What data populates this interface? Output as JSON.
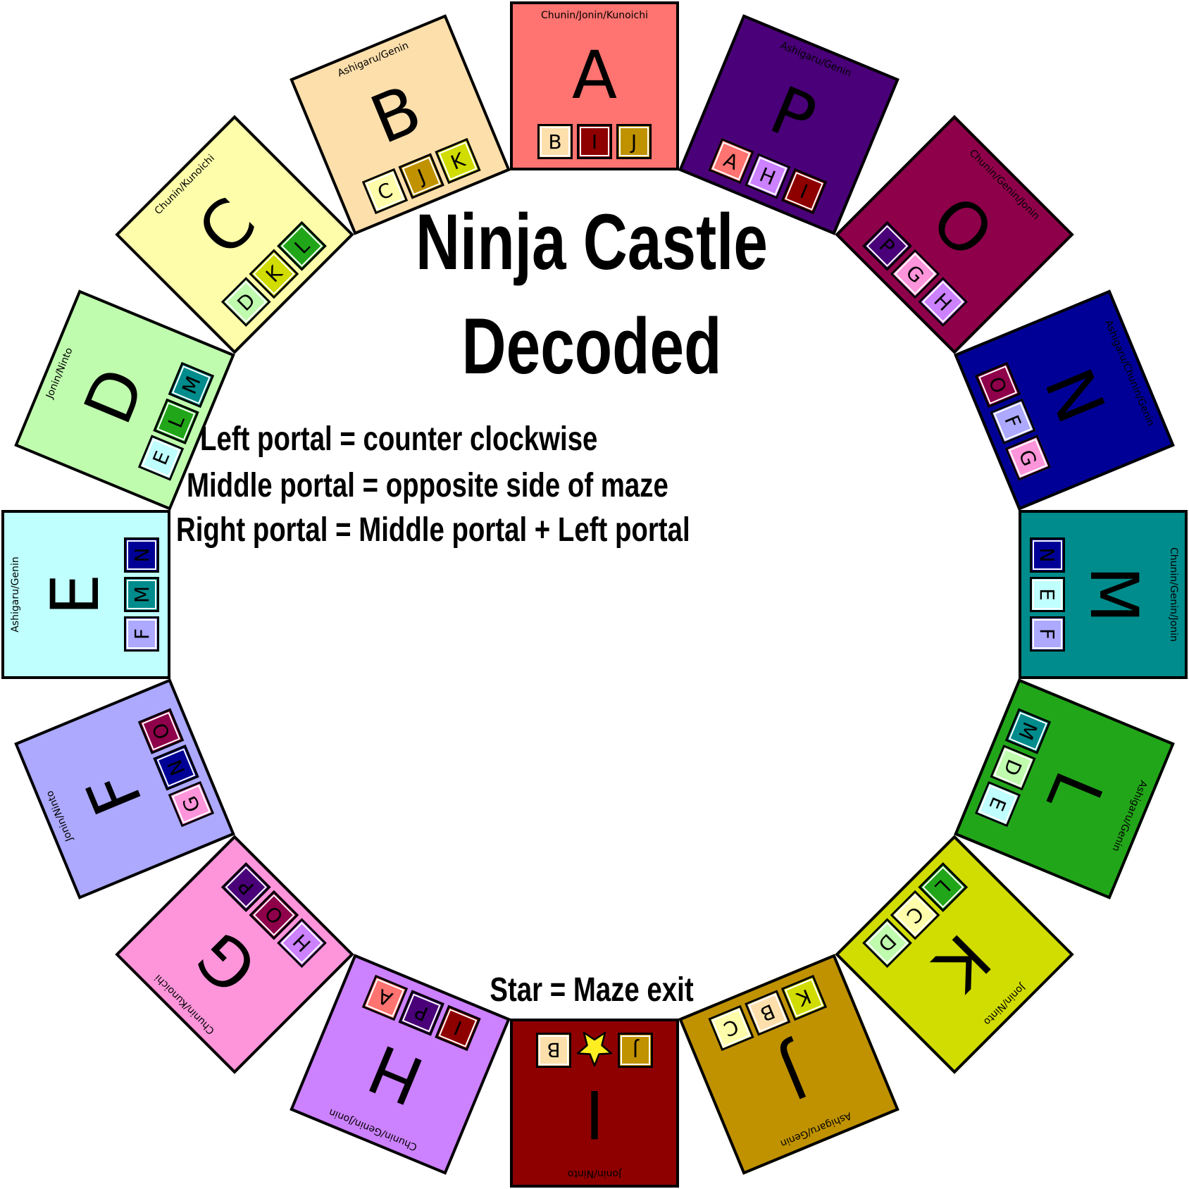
{
  "title_line1": "Ninja Castle",
  "title_line2": "Decoded",
  "rules": [
    "Left portal = counter clockwise",
    "Middle portal = opposite side of maze",
    "Right portal = Middle portal + Left portal"
  ],
  "legend": "Star = Maze exit",
  "colors": {
    "A": "#ff7370",
    "B": "#fddfac",
    "C": "#fefeaa",
    "D": "#c0fcae",
    "E": "#bffffd",
    "F": "#aca9fe",
    "G": "#fe95da",
    "H": "#cc81fe",
    "I": "#8e0000",
    "J": "#c09200",
    "K": "#d1dc00",
    "L": "#22a619",
    "M": "#008c8c",
    "N": "#000096",
    "O": "#8e004a",
    "P": "#490078"
  },
  "rooms": [
    {
      "letter": "A",
      "rank": "Chunin/Jonin/Kunoichi",
      "portals": [
        "B",
        "I",
        "J"
      ]
    },
    {
      "letter": "B",
      "rank": "Ashigaru/Genin",
      "portals": [
        "C",
        "J",
        "K"
      ]
    },
    {
      "letter": "C",
      "rank": "Chunin/Kunoichi",
      "portals": [
        "D",
        "K",
        "L"
      ]
    },
    {
      "letter": "D",
      "rank": "Jonin/Ninto",
      "portals": [
        "E",
        "L",
        "M"
      ]
    },
    {
      "letter": "E",
      "rank": "Ashigaru/Genin",
      "portals": [
        "F",
        "M",
        "N"
      ]
    },
    {
      "letter": "F",
      "rank": "Jonin/Ninto",
      "portals": [
        "G",
        "N",
        "O"
      ]
    },
    {
      "letter": "G",
      "rank": "Chunin/Kunoichi",
      "portals": [
        "H",
        "O",
        "P"
      ]
    },
    {
      "letter": "H",
      "rank": "Chunin/Genin/Jonin",
      "portals": [
        "I",
        "P",
        "A"
      ]
    },
    {
      "letter": "I",
      "rank": "Jonin/Ninto",
      "portals": [
        "J",
        "star",
        "B"
      ]
    },
    {
      "letter": "J",
      "rank": "Ashigaru/Genin",
      "portals": [
        "K",
        "B",
        "C"
      ]
    },
    {
      "letter": "K",
      "rank": "Jonin/Ninto",
      "portals": [
        "L",
        "C",
        "D"
      ]
    },
    {
      "letter": "L",
      "rank": "Ashigaru/Genin",
      "portals": [
        "M",
        "D",
        "E"
      ]
    },
    {
      "letter": "M",
      "rank": "Chunin/Genin/Jonin",
      "portals": [
        "N",
        "E",
        "F"
      ]
    },
    {
      "letter": "N",
      "rank": "Ashigaru/Chunin/Genin",
      "portals": [
        "O",
        "F",
        "G"
      ]
    },
    {
      "letter": "O",
      "rank": "Chunin/Genin/Jonin",
      "portals": [
        "P",
        "G",
        "H"
      ]
    },
    {
      "letter": "P",
      "rank": "Ashigaru/Genin",
      "portals": [
        "A",
        "H",
        "I"
      ]
    }
  ]
}
